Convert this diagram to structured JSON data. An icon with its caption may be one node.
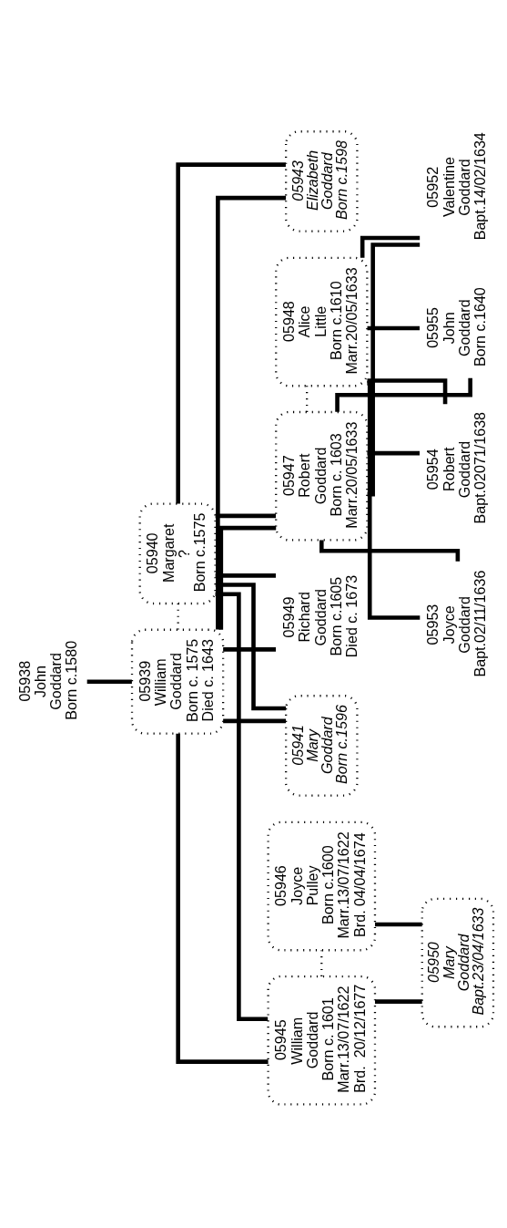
{
  "diagram": {
    "nodes": [
      {
        "text": [
          "05938",
          "John",
          "Goddard",
          "Born c.1580"
        ]
      },
      {
        "text": [
          "05939",
          "William",
          "Goddard",
          "Born c. 1575",
          "Died c. 1643"
        ]
      },
      {
        "text": [
          "05940",
          "Margaret",
          "?",
          "Born c.1575"
        ]
      },
      {
        "text": [
          "05941",
          "Mary",
          "Goddard",
          "Born c.1596"
        ]
      },
      {
        "text": [
          "05943",
          "Elizabeth",
          "Goddard",
          "Born c.1598"
        ]
      },
      {
        "text": [
          "05945",
          "William",
          "Goddard",
          "Born c. 1601",
          "Marr.13/07/1622",
          "Brd.  20/12/1677"
        ]
      },
      {
        "text": [
          "05946",
          "Joyce",
          "Pulley",
          "Born c.1600",
          "Marr.13/07/1622",
          "Brd. 04/04/1674"
        ]
      },
      {
        "text": [
          "05947",
          "Robert",
          "Goddard",
          "Born c. 1603",
          "Marr.20/05/1633"
        ]
      },
      {
        "text": [
          "05948",
          "Alice",
          "Little",
          "Born c.1610",
          "Marr.20/05/1633"
        ]
      },
      {
        "text": [
          "05949",
          "Richard",
          "Goddard",
          "Born c.1605",
          "Died c. 1673"
        ]
      },
      {
        "text": [
          "05950",
          "Mary",
          "Goddard",
          "Bapt.23/04/1633"
        ]
      },
      {
        "text": [
          "05952",
          "Valentine",
          "Goddard",
          "Bapt.14/02/1634"
        ]
      },
      {
        "text": [
          "05953",
          "Joyce",
          "Goddard",
          "Bapt.02/11/1636"
        ]
      },
      {
        "text": [
          "05954",
          "Robert",
          "Goddard",
          "Bapt.02071/1638"
        ]
      },
      {
        "text": [
          "05955",
          "John",
          "Goddard",
          "Born c.1640"
        ]
      }
    ],
    "edges": [
      {
        "from": 0,
        "to": 1,
        "arrow": "none"
      },
      {
        "from": 1,
        "to": 2,
        "arrow": "none",
        "style": "dashed"
      },
      {
        "from": 1,
        "to": 3,
        "arrow": "none"
      },
      {
        "from": 2,
        "to": 3,
        "arrow": "none"
      },
      {
        "from": 1,
        "to": 4,
        "arrow": "none"
      },
      {
        "from": 2,
        "to": 4,
        "arrow": "none"
      },
      {
        "from": 1,
        "to": 5,
        "arrow": "none"
      },
      {
        "from": 2,
        "to": 5,
        "arrow": "none"
      },
      {
        "from": 1,
        "to": 7,
        "arrow": "none"
      },
      {
        "from": 2,
        "to": 7,
        "arrow": "none"
      },
      {
        "from": 1,
        "to": 9,
        "arrow": "none"
      },
      {
        "from": 2,
        "to": 9,
        "arrow": "none"
      },
      {
        "from": 5,
        "to": 6,
        "arrow": "none",
        "style": "dashed"
      },
      {
        "from": 5,
        "to": 10,
        "arrow": "none"
      },
      {
        "from": 6,
        "to": 10,
        "arrow": "none"
      },
      {
        "from": 7,
        "to": 8,
        "arrow": "none",
        "style": "dashed"
      },
      {
        "from": 7,
        "to": 11,
        "arrow": "none"
      },
      {
        "from": 8,
        "to": 11,
        "arrow": "none"
      },
      {
        "from": 7,
        "to": 12,
        "arrow": "none"
      },
      {
        "from": 8,
        "to": 12,
        "arrow": "none"
      },
      {
        "from": 7,
        "to": 13,
        "arrow": "none"
      },
      {
        "from": 8,
        "to": 13,
        "arrow": "none"
      },
      {
        "from": 7,
        "to": 14,
        "arrow": "none"
      },
      {
        "from": 8,
        "to": 14,
        "arrow": "none"
      }
    ]
  }
}
